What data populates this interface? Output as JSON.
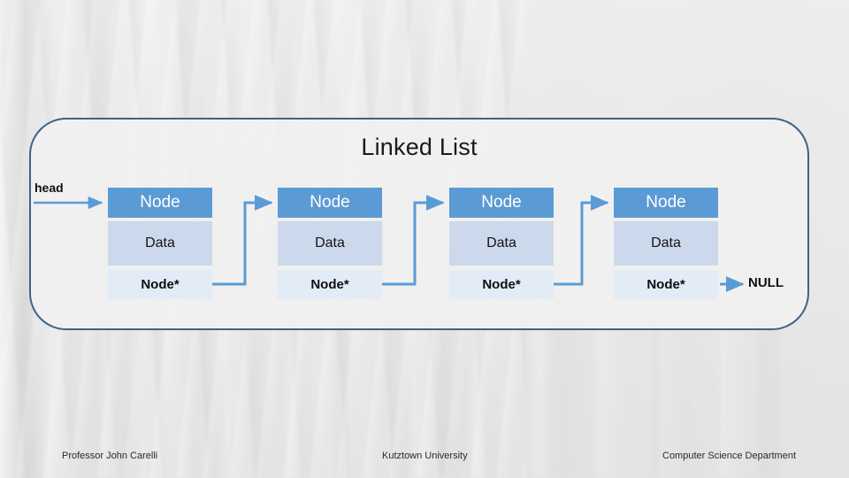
{
  "slide": {
    "title": "Linked List",
    "background_color": "#e6e6e6",
    "frame_border_color": "#3d6389",
    "accent_color": "#5b9bd5",
    "data_band_color": "#ccd9ec",
    "pointer_band_color": "#e3ebf7"
  },
  "diagram": {
    "head_label": "head",
    "terminator_label": "NULL",
    "node_band_labels": {
      "header": "Node",
      "data": "Data",
      "pointer": "Node*"
    },
    "nodes": [
      {
        "header": "Node",
        "data": "Data",
        "pointer": "Node*"
      },
      {
        "header": "Node",
        "data": "Data",
        "pointer": "Node*"
      },
      {
        "header": "Node",
        "data": "Data",
        "pointer": "Node*"
      },
      {
        "header": "Node",
        "data": "Data",
        "pointer": "Node*"
      }
    ]
  },
  "footer": {
    "left": "Professor John Carelli",
    "center": "Kutztown University",
    "right": "Computer Science Department"
  }
}
